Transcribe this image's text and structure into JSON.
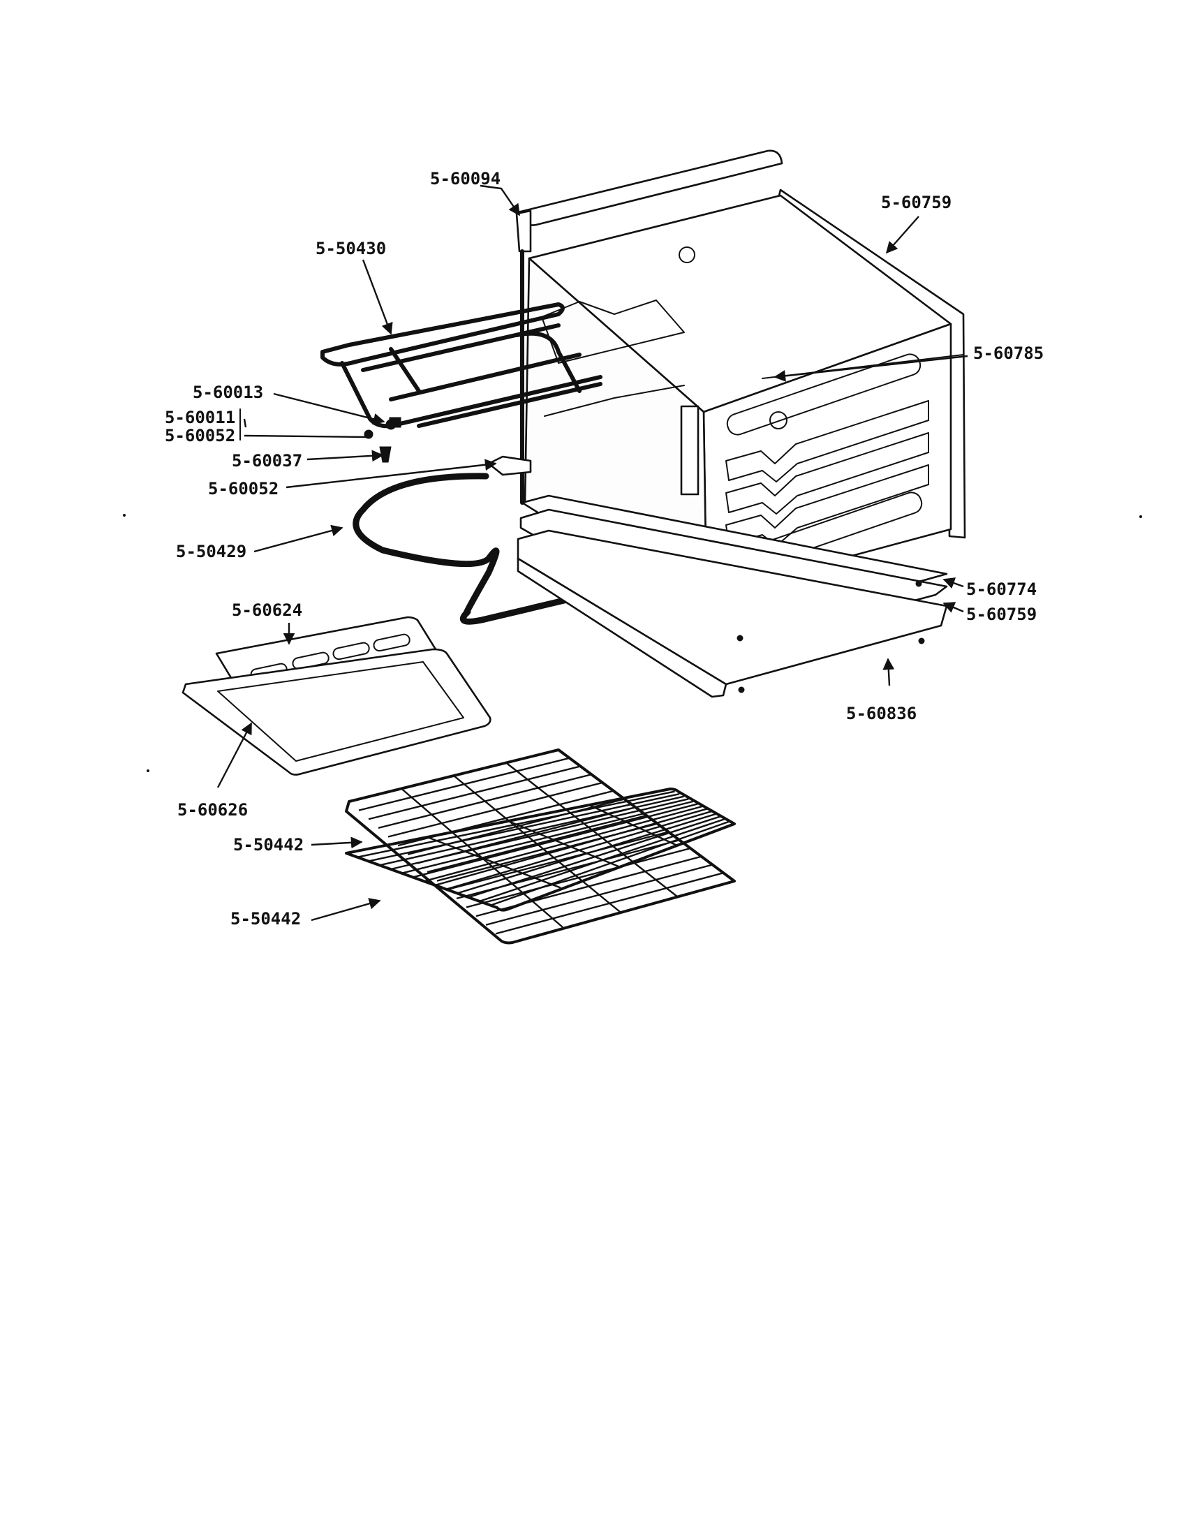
{
  "callouts": {
    "p_60094": "5-60094",
    "p_60759_top": "5-60759",
    "p_50430": "5-50430",
    "p_60785": "5-60785",
    "p_60013": "5-60013",
    "p_60011": "5-60011",
    "p_60052_a": "5-60052",
    "p_60037": "5-60037",
    "p_60052_b": "5-60052",
    "p_50429": "5-50429",
    "p_60774": "5-60774",
    "p_60759_bottom": "5-60759",
    "p_60624": "5-60624",
    "p_60836": "5-60836",
    "p_60626": "5-60626",
    "p_50442_a": "5-50442",
    "p_50442_b": "5-50442"
  }
}
